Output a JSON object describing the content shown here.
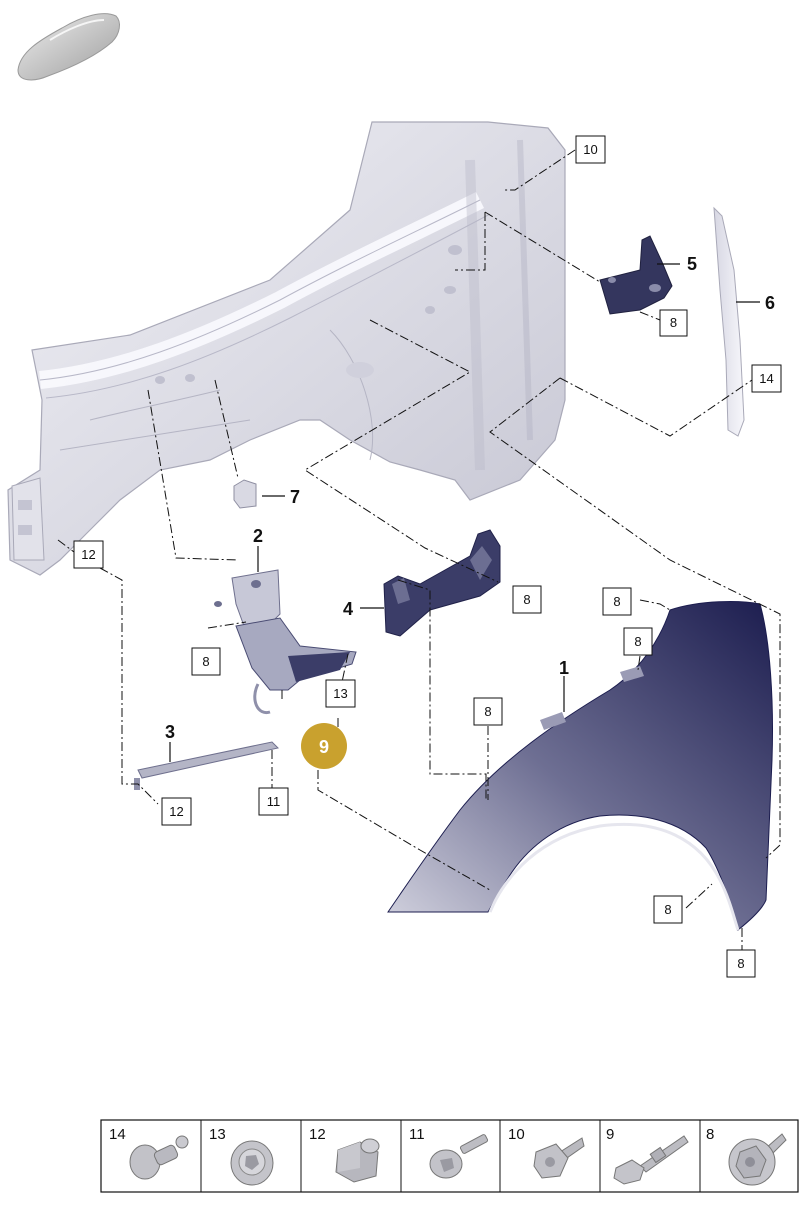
{
  "callouts": {
    "c10": "10",
    "c5": "5",
    "c6": "6",
    "c8_bracket5": "8",
    "c14": "14",
    "c7": "7",
    "c12_left": "12",
    "c2": "2",
    "c8_part2": "8",
    "c13": "13",
    "c4": "4",
    "c8_part4": "8",
    "c8_fender_top": "8",
    "c8_fender_top2": "8",
    "c1": "1",
    "c8_fender_mid": "8",
    "c9": "9",
    "c3": "3",
    "c11": "11",
    "c12_bottom": "12",
    "c8_wheel1": "8",
    "c8_wheel2": "8"
  },
  "legend": [
    "14",
    "13",
    "12",
    "11",
    "10",
    "9",
    "8"
  ],
  "colors": {
    "line": "#111111",
    "body_panel": "#e6e6ee",
    "body_edge": "#a9a9b8",
    "fender_dark": "#1c1d4f",
    "fender_light": "#c9c9d6",
    "bracket": "#3b3d68",
    "highlight_badge": "#c9a12e",
    "car_icon": "#c8c8c8"
  }
}
